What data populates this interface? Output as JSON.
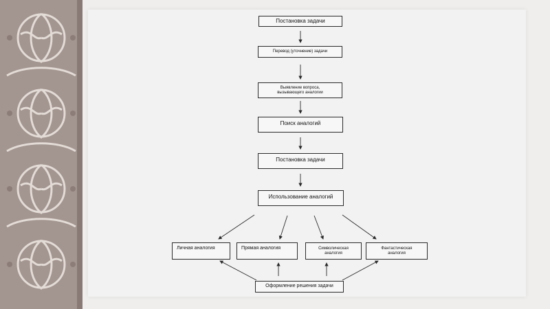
{
  "diagram": {
    "nodes": {
      "n1": "Постановка задачи",
      "n2": "Перевод (уточнение) задачи",
      "n3_line1": "Выявление вопроса,",
      "n3_line2": "вызывающего аналогии",
      "n4": "Поиск аналогий",
      "n5": "Постановка задачи",
      "n6": "Использование аналогий",
      "b1": "Личная аналогия",
      "b2": "Прямая аналогия",
      "b3_line1": "Символическая",
      "b3_line2": "аналогия",
      "b4_line1": "Фантастическая",
      "b4_line2": "аналогия",
      "bottom": "Оформление решения задачи"
    }
  },
  "colors": {
    "ornament": "#9c8b86",
    "ornament_light": "#e9e2dc",
    "line": "#2a2a2a"
  }
}
